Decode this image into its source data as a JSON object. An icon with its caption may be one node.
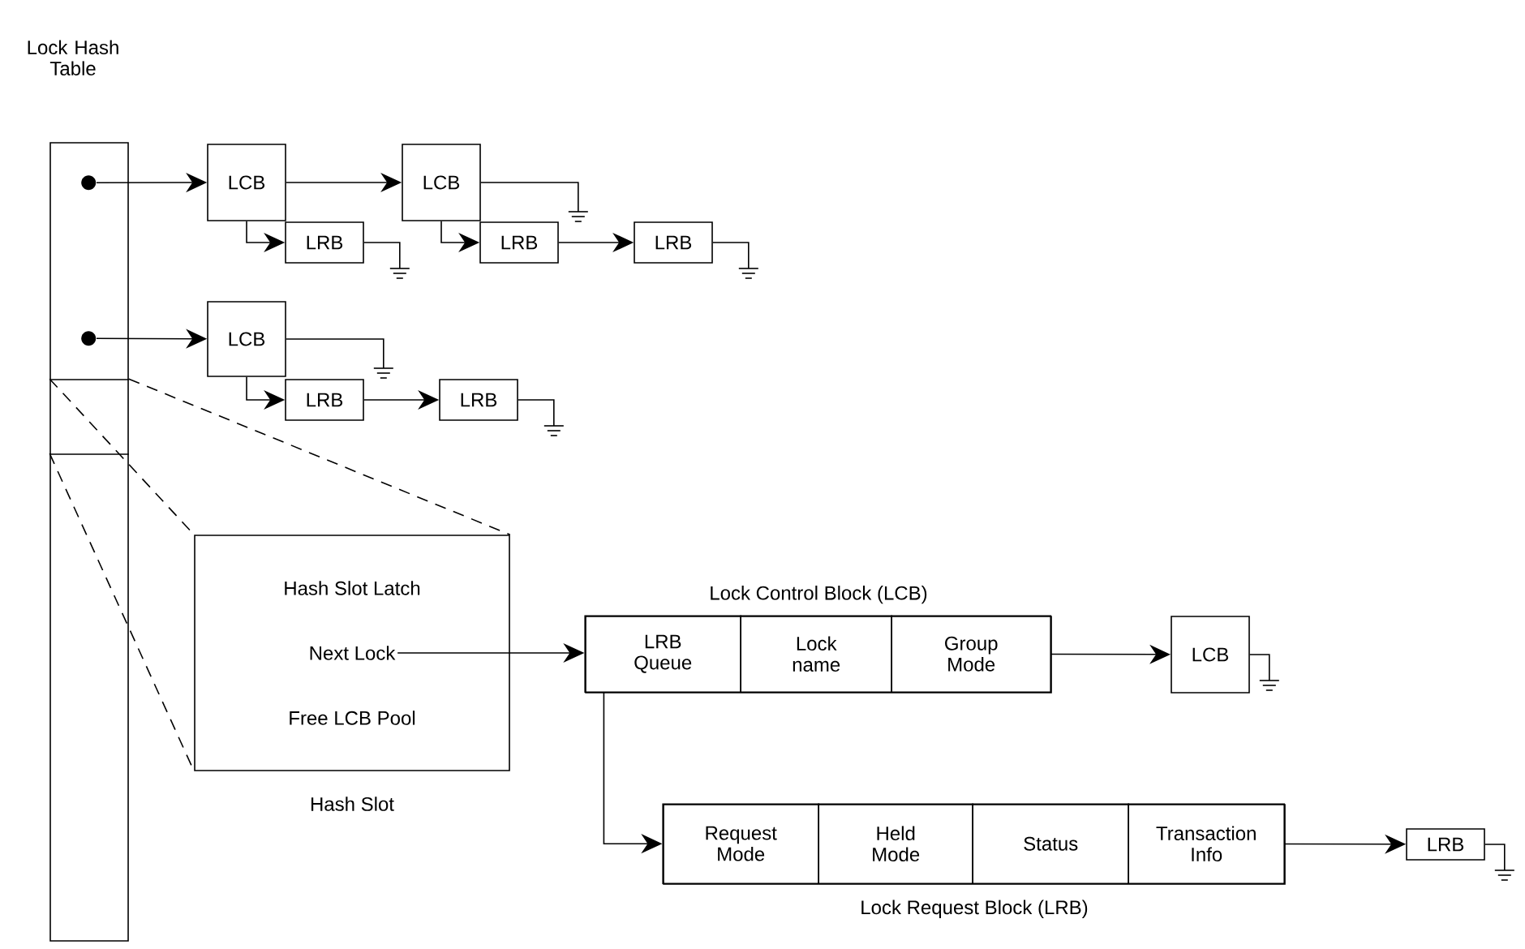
{
  "diagram": {
    "nodes": [
      {
        "text": [
          "Lock Hash Table"
        ]
      },
      {
        "text": [],
        "shape": "circle",
        "in": 0
      },
      {
        "text": [],
        "shape": "circle",
        "in": 0
      },
      {
        "text": [
          "LCB"
        ]
      },
      {
        "text": [
          "LRB"
        ]
      },
      {
        "text": [
          "LCB"
        ]
      },
      {
        "text": [
          "LRB"
        ]
      },
      {
        "text": [
          "LRB"
        ]
      },
      {
        "text": [
          "LCB"
        ]
      },
      {
        "text": [
          "LRB"
        ]
      },
      {
        "text": [
          "LRB"
        ]
      },
      {
        "text": [
          "Hash Slot Latch",
          "Next Lock",
          "Free LCB Pool"
        ],
        "beside": [
          "Hash Slot"
        ]
      },
      {
        "text": [
          "Lock Control Block (LCB)"
        ]
      },
      {
        "text": [
          "LRB Queue"
        ],
        "in": 12
      },
      {
        "text": [
          "Lock name"
        ],
        "in": 12
      },
      {
        "text": [
          "Group Mode"
        ],
        "in": 12
      },
      {
        "text": [
          "LCB"
        ]
      },
      {
        "text": [
          "Lock Request Block (LRB)"
        ]
      },
      {
        "text": [
          "Request Mode"
        ],
        "in": 17
      },
      {
        "text": [
          "Held Mode"
        ],
        "in": 17
      },
      {
        "text": [
          "Status"
        ],
        "in": 17
      },
      {
        "text": [
          "Transaction Info"
        ],
        "in": 17
      },
      {
        "text": [
          "LRB"
        ]
      }
    ],
    "edges": [
      {
        "from": 1,
        "to": 3,
        "arrow": "to"
      },
      {
        "from": 3,
        "to": 5,
        "arrow": "to"
      },
      {
        "from": 3,
        "to": 4,
        "arrow": "to"
      },
      {
        "from": 5,
        "to": 6,
        "arrow": "to"
      },
      {
        "from": 6,
        "to": 7,
        "arrow": "to"
      },
      {
        "from": 2,
        "to": 8,
        "arrow": "to"
      },
      {
        "from": 8,
        "to": 9,
        "arrow": "to"
      },
      {
        "from": 9,
        "to": 10,
        "arrow": "to"
      },
      {
        "from": 11,
        "to": 13,
        "arrow": "to"
      },
      {
        "from": 13,
        "to": 18,
        "arrow": "to"
      },
      {
        "from": 15,
        "to": 16,
        "arrow": "to"
      },
      {
        "from": 21,
        "to": 22,
        "arrow": "to"
      },
      {
        "from": 0,
        "to": 11,
        "arrow": "none",
        "style": "dashed"
      },
      {
        "from": 0,
        "to": 11,
        "arrow": "none",
        "style": "dashed"
      },
      {
        "from": 0,
        "to": 11,
        "arrow": "none",
        "style": "dashed"
      }
    ]
  }
}
